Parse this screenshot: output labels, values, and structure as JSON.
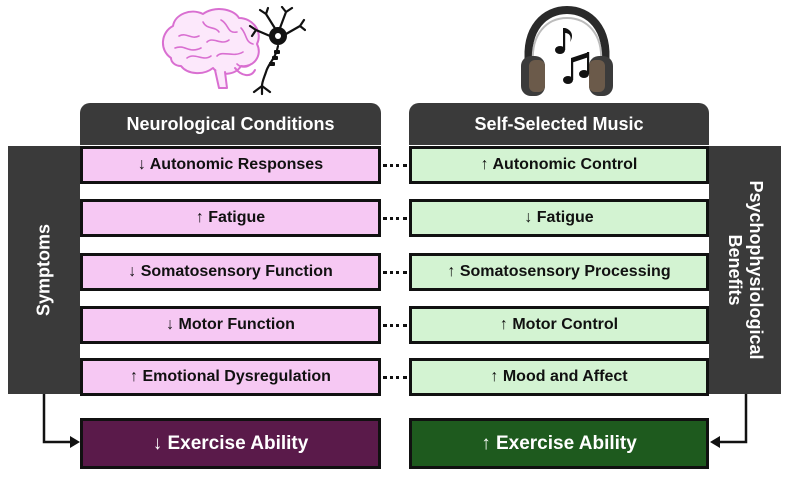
{
  "columns": {
    "left": {
      "header": "Neurological Conditions",
      "side_label": "Symptoms",
      "items": [
        "↓ Autonomic Responses",
        "↑ Fatigue",
        "↓ Somatosensory Function",
        "↓ Motor Function",
        "↑ Emotional Dysregulation"
      ],
      "outcome": "↓ Exercise Ability"
    },
    "right": {
      "header": "Self-Selected Music",
      "side_label_line1": "Psychophysiological",
      "side_label_line2": "Benefits",
      "items": [
        "↑ Autonomic Control",
        "↓ Fatigue",
        "↑ Somatosensory Processing",
        "↑ Motor Control",
        "↑ Mood and Affect"
      ],
      "outcome": "↑ Exercise Ability"
    }
  },
  "colors": {
    "header_bg": "#3a3a3a",
    "left_item_bg": "#f6c8f3",
    "right_item_bg": "#d3f3d2",
    "left_outcome_bg": "#5a1a4a",
    "right_outcome_bg": "#1e5a1e",
    "brain_stroke": "#d96fd1"
  },
  "icons": [
    "brain-icon",
    "neuron-icon",
    "headphones-icon",
    "music-notes-icon"
  ]
}
